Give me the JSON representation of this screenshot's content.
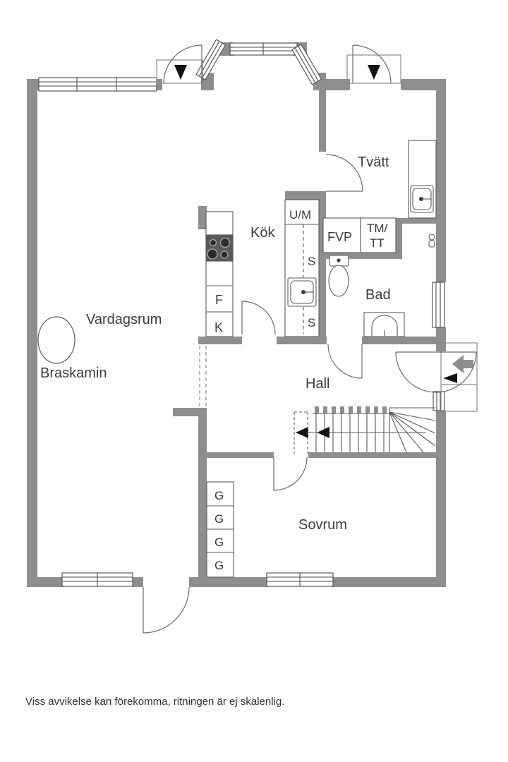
{
  "labels": {
    "vardagsrum": "Vardagsrum",
    "braskamin": "Braskamin",
    "kok": "Kök",
    "tvatt": "Tvätt",
    "hall": "Hall",
    "sovrum": "Sovrum",
    "bad": "Bad",
    "um": "U/M",
    "fvp": "FVP",
    "tm_line1": "TM/",
    "tm_line2": "TT",
    "s": "S",
    "f": "F",
    "k": "K",
    "g": "G"
  },
  "footer": {
    "disclaimer": "Viss avvikelse kan förekomma, ritningen är ej skalenlig."
  },
  "colors": {
    "wall": "#8e8e8e",
    "line": "#5a5a5a",
    "black": "#141414",
    "text": "#3b3b3b"
  }
}
